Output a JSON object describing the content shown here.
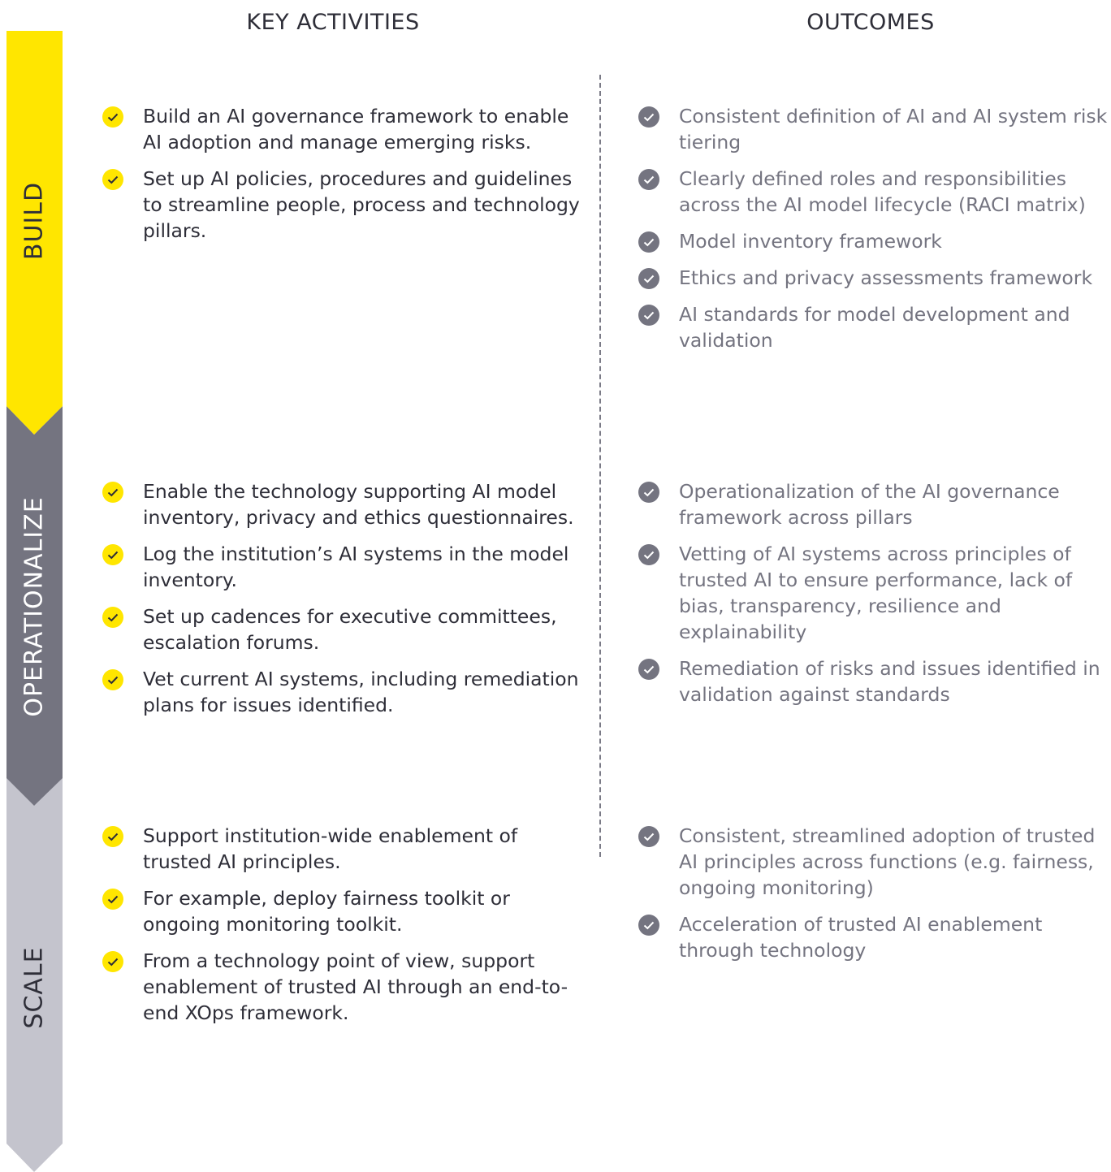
{
  "headers": {
    "activities": "KEY ACTIVITIES",
    "outcomes": "OUTCOMES"
  },
  "colors": {
    "build": "#FFE600",
    "operationalize": "#747480",
    "scale": "#C4C4CD",
    "text_dark": "#2E2E38",
    "text_muted": "#747480"
  },
  "icons": {
    "activity_bullet": "check-circle-yellow-icon",
    "outcome_bullet": "check-circle-gray-icon"
  },
  "stages": [
    {
      "label": "BUILD",
      "activities": [
        "Build an AI governance framework to enable AI adoption and manage emerging risks.",
        "Set up AI policies, procedures and guidelines to streamline people, process and technology pillars."
      ],
      "outcomes": [
        "Consistent definition of AI and AI system risk tiering",
        "Clearly defined roles and responsibilities across the AI model lifecycle (RACI matrix)",
        "Model inventory framework",
        "Ethics and privacy assessments framework",
        "AI standards for model development and validation"
      ]
    },
    {
      "label": "OPERATIONALIZE",
      "activities": [
        "Enable the technology supporting AI model inventory, privacy and ethics questionnaires.",
        "Log the institution’s AI systems in the model inventory.",
        "Set up cadences for executive committees, escalation forums.",
        "Vet current AI systems, including remediation plans for issues identified."
      ],
      "outcomes": [
        "Operationalization of the AI governance framework across pillars",
        "Vetting of AI systems across principles of trusted AI to ensure performance, lack of bias, transparency, resilience and explainability",
        "Remediation of risks and issues identified in validation against standards"
      ]
    },
    {
      "label": "SCALE",
      "activities": [
        "Support institution-wide enablement of trusted AI principles.",
        "For example, deploy fairness toolkit or ongoing monitoring toolkit.",
        "From a technology point of view, support enablement of trusted AI through an end-to-end XOps framework."
      ],
      "outcomes": [
        "Consistent, streamlined adoption of trusted AI principles across functions (e.g. fairness, ongoing monitoring)",
        "Acceleration of trusted AI enablement through technology"
      ]
    }
  ]
}
